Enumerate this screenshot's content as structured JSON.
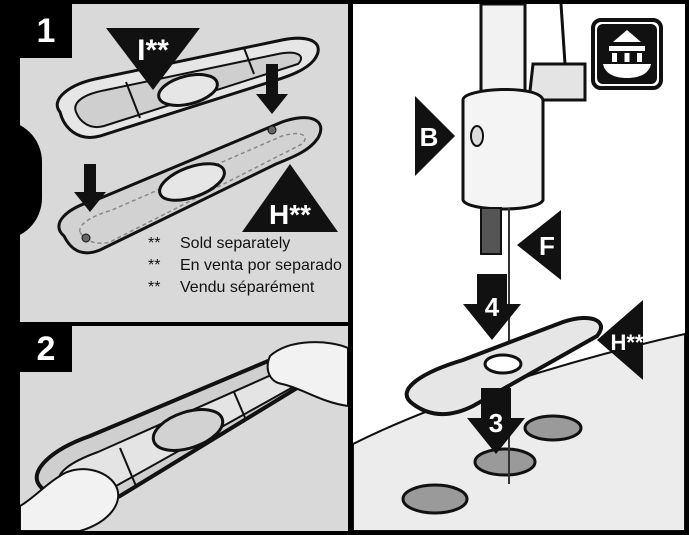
{
  "steps": {
    "one": "1",
    "two": "2",
    "three": "3",
    "four": "4"
  },
  "parts": {
    "i": "I**",
    "h_left": "H**",
    "b": "B",
    "f": "F",
    "h_right": "H**"
  },
  "notes": [
    {
      "stars": "**",
      "text": "Sold separately"
    },
    {
      "stars": "**",
      "text": "En venta por separado"
    },
    {
      "stars": "**",
      "text": "Vendu séparément"
    }
  ],
  "icons": {
    "faucet_mount": "faucet-mount-icon"
  }
}
